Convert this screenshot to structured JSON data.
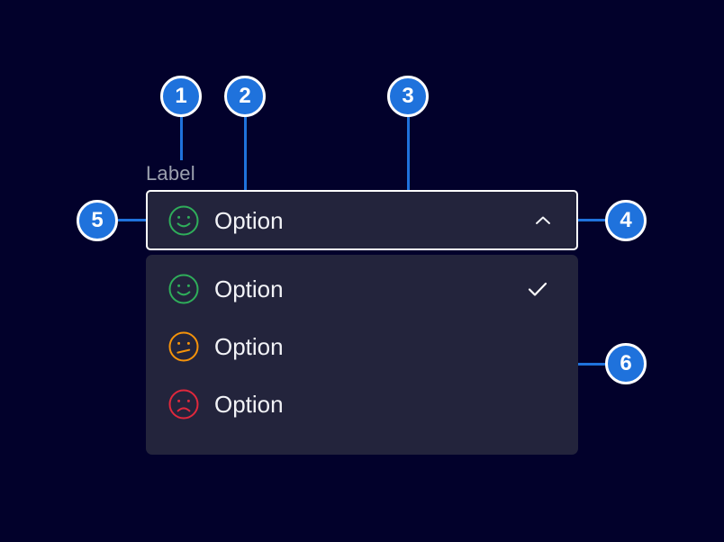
{
  "colors": {
    "background": "#02012b",
    "surface": "#23243c",
    "accent_blue": "#1f72dc",
    "border_white": "#ffffff",
    "label_gray": "#9ba0ae",
    "text_white": "#f2f3f7",
    "face_happy_green": "#2fae5a",
    "face_neutral_orange": "#f5930a",
    "face_sad_red": "#e0283c"
  },
  "field": {
    "label": "Label",
    "selected_value": "Option",
    "selected_icon": "face-happy-icon",
    "chevron_icon": "chevron-up-icon",
    "expanded": true
  },
  "dropdown": {
    "options": [
      {
        "label": "Option",
        "icon": "face-happy-icon",
        "color": "#2fae5a",
        "selected": true
      },
      {
        "label": "Option",
        "icon": "face-neutral-icon",
        "color": "#f5930a",
        "selected": false
      },
      {
        "label": "Option",
        "icon": "face-sad-icon",
        "color": "#e0283c",
        "selected": false
      }
    ],
    "check_icon": "check-icon"
  },
  "callouts": [
    {
      "number": "1",
      "target": "field-label"
    },
    {
      "number": "2",
      "target": "select-leading-icon"
    },
    {
      "number": "3",
      "target": "select-control-body"
    },
    {
      "number": "4",
      "target": "select-chevron"
    },
    {
      "number": "5",
      "target": "select-control-left-edge"
    },
    {
      "number": "6",
      "target": "dropdown-panel"
    }
  ]
}
